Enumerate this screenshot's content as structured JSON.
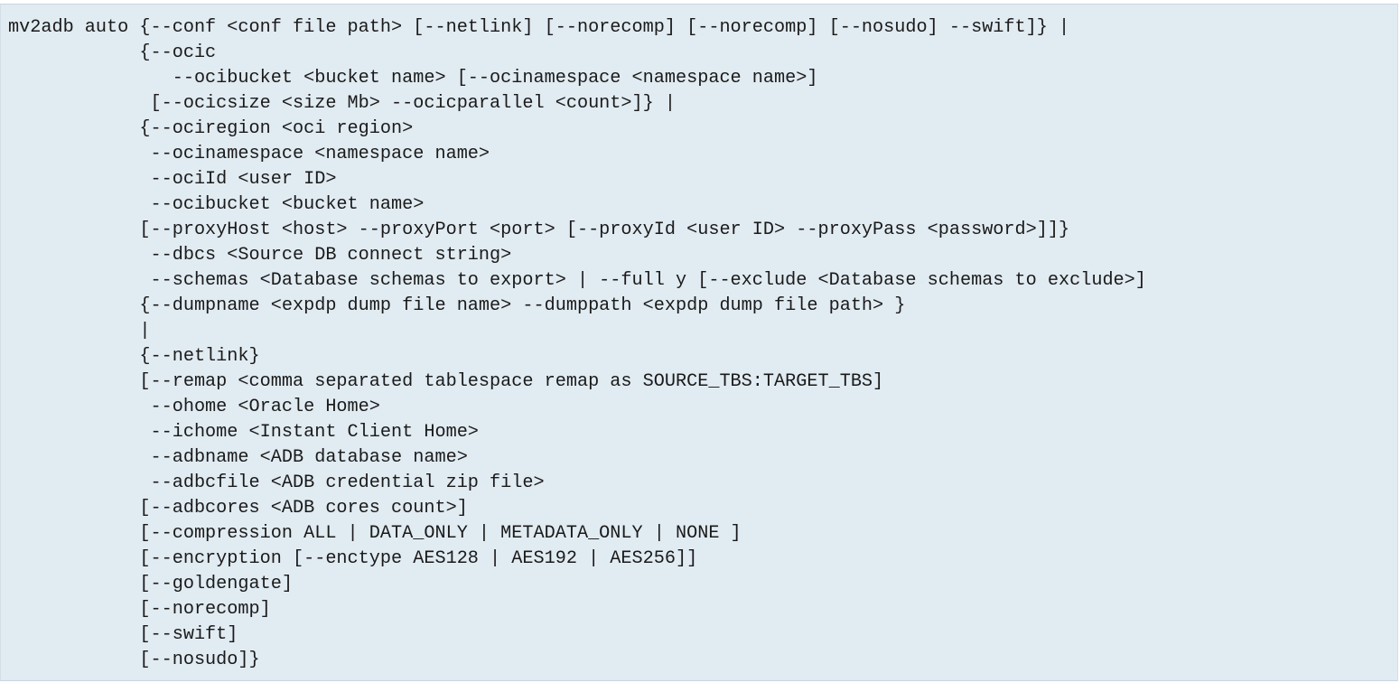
{
  "code": {
    "lines": [
      "mv2adb auto {--conf <conf file path> [--netlink] [--norecomp] [--norecomp] [--nosudo] --swift]} |",
      "            {--ocic",
      "               --ocibucket <bucket name> [--ocinamespace <namespace name>]",
      "             [--ocicsize <size Mb> --ocicparallel <count>]} |",
      "            {--ociregion <oci region>",
      "             --ocinamespace <namespace name>",
      "             --ociId <user ID>",
      "             --ocibucket <bucket name>",
      "            [--proxyHost <host> --proxyPort <port> [--proxyId <user ID> --proxyPass <password>]]}",
      "             --dbcs <Source DB connect string>",
      "             --schemas <Database schemas to export> | --full y [--exclude <Database schemas to exclude>]",
      "            {--dumpname <expdp dump file name> --dumppath <expdp dump file path> }",
      "            |",
      "            {--netlink}",
      "            [--remap <comma separated tablespace remap as SOURCE_TBS:TARGET_TBS]",
      "             --ohome <Oracle Home>",
      "             --ichome <Instant Client Home>",
      "             --adbname <ADB database name>",
      "             --adbcfile <ADB credential zip file>",
      "            [--adbcores <ADB cores count>]",
      "            [--compression ALL | DATA_ONLY | METADATA_ONLY | NONE ]",
      "            [--encryption [--enctype AES128 | AES192 | AES256]]",
      "            [--goldengate]",
      "            [--norecomp]",
      "            [--swift]",
      "            [--nosudo]}"
    ]
  }
}
